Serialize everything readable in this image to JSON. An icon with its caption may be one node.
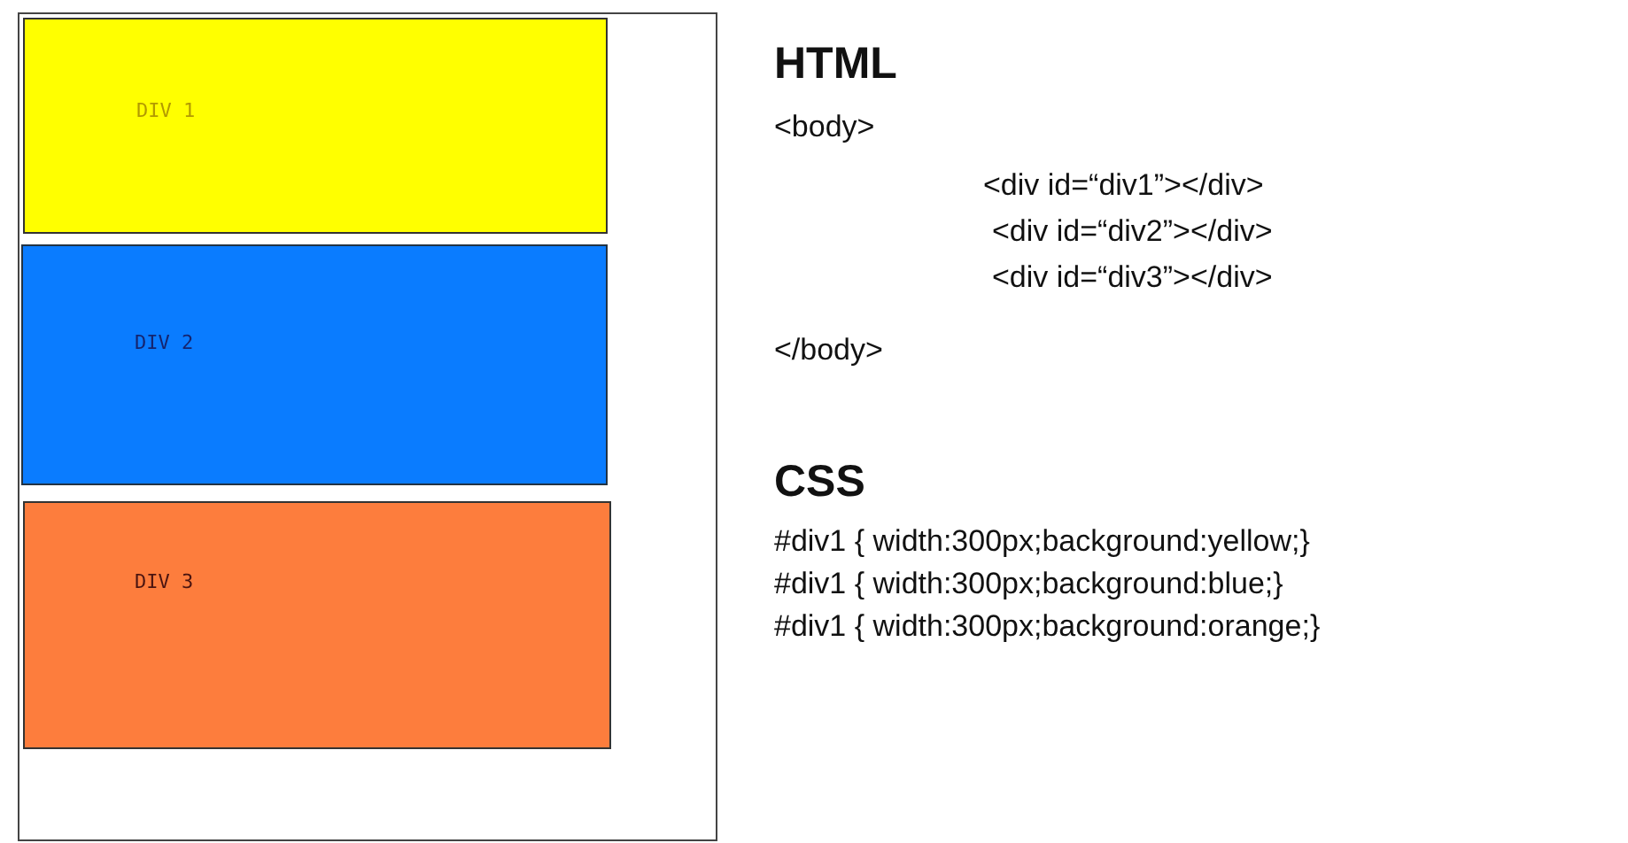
{
  "diagram": {
    "nodes": [
      {
        "text": [],
        "shape": "box"
      },
      {
        "text": [
          "DIV 1"
        ],
        "in": 0
      },
      {
        "text": [
          "DIV 2"
        ],
        "in": 0
      },
      {
        "text": [
          "DIV 3"
        ],
        "in": 0
      }
    ],
    "labels": [
      "HTML",
      "<body>",
      "<div id=“div1”></div>",
      "<div id=“div2”></div>",
      "<div id=“div3”></div>",
      "</body>",
      "CSS",
      "#div1 { width:300px;background:yellow;}",
      "#div1 { width:300px;background:blue;}",
      "#div1 { width:300px;background:orange;}"
    ]
  }
}
